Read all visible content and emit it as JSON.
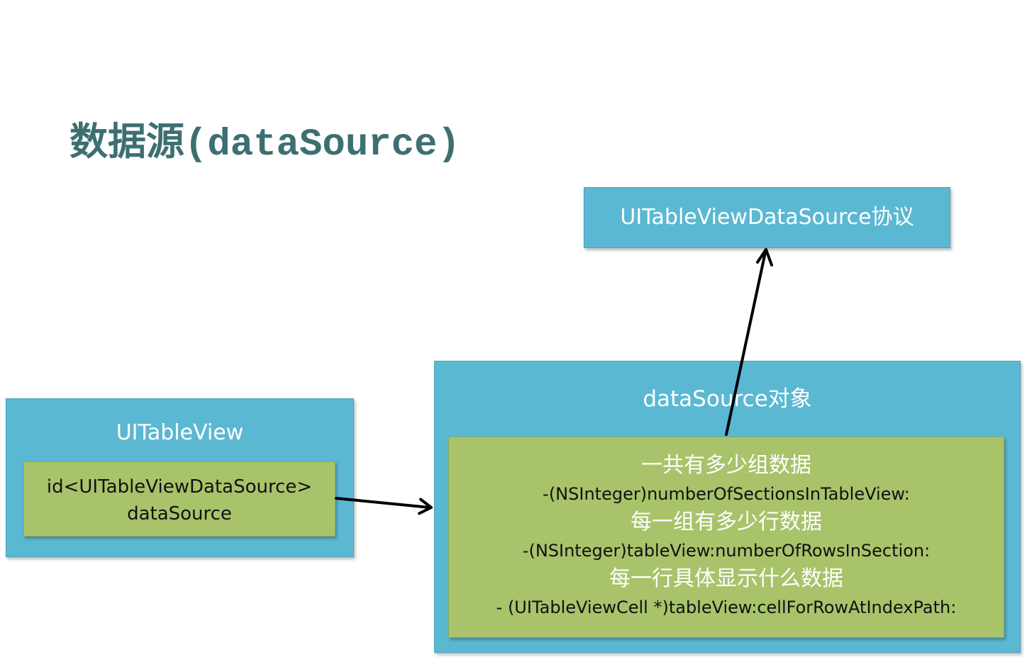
{
  "title": {
    "cn": "数据源",
    "code": "(dataSource)"
  },
  "protocol_box": {
    "label": "UITableViewDataSource协议"
  },
  "tableview_box": {
    "label": "UITableView",
    "inner_line1": "id<UITableViewDataSource>",
    "inner_line2": "dataSource"
  },
  "datasource_box": {
    "label": "dataSource对象",
    "lines": [
      "一共有多少组数据",
      "-(NSInteger)numberOfSectionsInTableView:",
      "每一组有多少行数据",
      "-(NSInteger)tableView:numberOfRowsInSection:",
      "每一行具体显示什么数据",
      "- (UITableViewCell *)tableView:cellForRowAtIndexPath:"
    ]
  },
  "colors": {
    "blue": "#5bb8d3",
    "green": "#a8c36a",
    "title": "#3d6f72"
  }
}
